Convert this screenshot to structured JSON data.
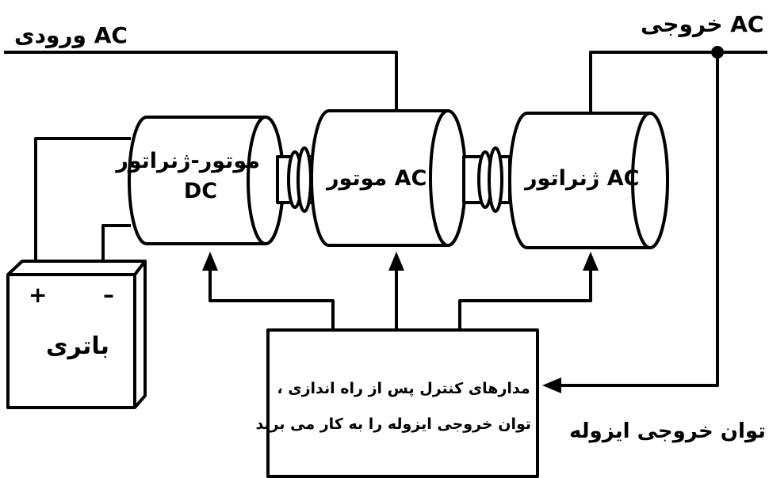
{
  "labels": {
    "ac_input": "ورودی AC",
    "ac_output": "خروجی AC",
    "dc_motor_generator_line1": "موتور-ژنراتور",
    "dc_motor_generator_line2": "DC",
    "ac_motor": "موتور AC",
    "ac_generator": "ژنراتور AC",
    "battery": "باتری",
    "battery_plus": "+",
    "battery_minus": "–",
    "control_line1": "مدارهای کنترل پس از راه اندازی ،",
    "control_line2": "توان خروجی ایزوله را به کار می برند",
    "isolated_output": "توان خروجی ایزوله"
  },
  "colors": {
    "stroke": "#000000",
    "background": "#ffffff"
  }
}
